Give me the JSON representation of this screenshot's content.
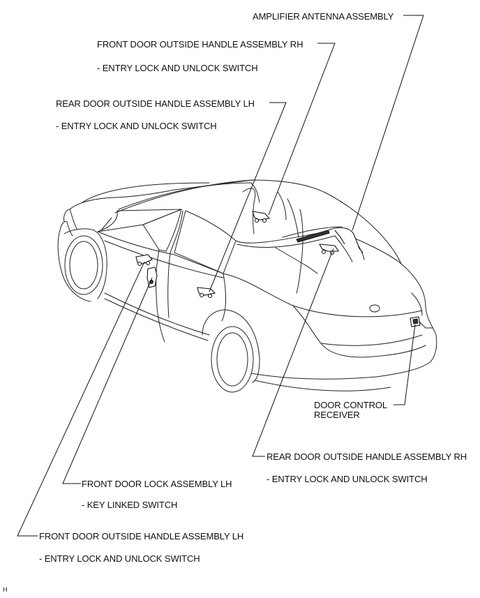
{
  "labels": {
    "amplifier_antenna": "AMPLIFIER ANTENNA ASSEMBLY",
    "front_rh_title": "FRONT DOOR OUTSIDE HANDLE ASSEMBLY RH",
    "front_rh_sub": "- ENTRY LOCK AND UNLOCK SWITCH",
    "rear_lh_title": "REAR DOOR OUTSIDE HANDLE ASSEMBLY LH",
    "rear_lh_sub": "- ENTRY LOCK AND UNLOCK SWITCH",
    "door_control_line1": "DOOR CONTROL",
    "door_control_line2": "RECEIVER",
    "rear_rh_title": "REAR DOOR OUTSIDE HANDLE ASSEMBLY RH",
    "rear_rh_sub": "- ENTRY LOCK AND UNLOCK SWITCH",
    "front_lock_lh_title": "FRONT DOOR LOCK ASSEMBLY LH",
    "front_lock_lh_sub": "- KEY LINKED SWITCH",
    "front_lh_title": "FRONT DOOR OUTSIDE HANDLE ASSEMBLY LH",
    "front_lh_sub": "- ENTRY LOCK AND UNLOCK SWITCH"
  },
  "corner_mark": "H"
}
